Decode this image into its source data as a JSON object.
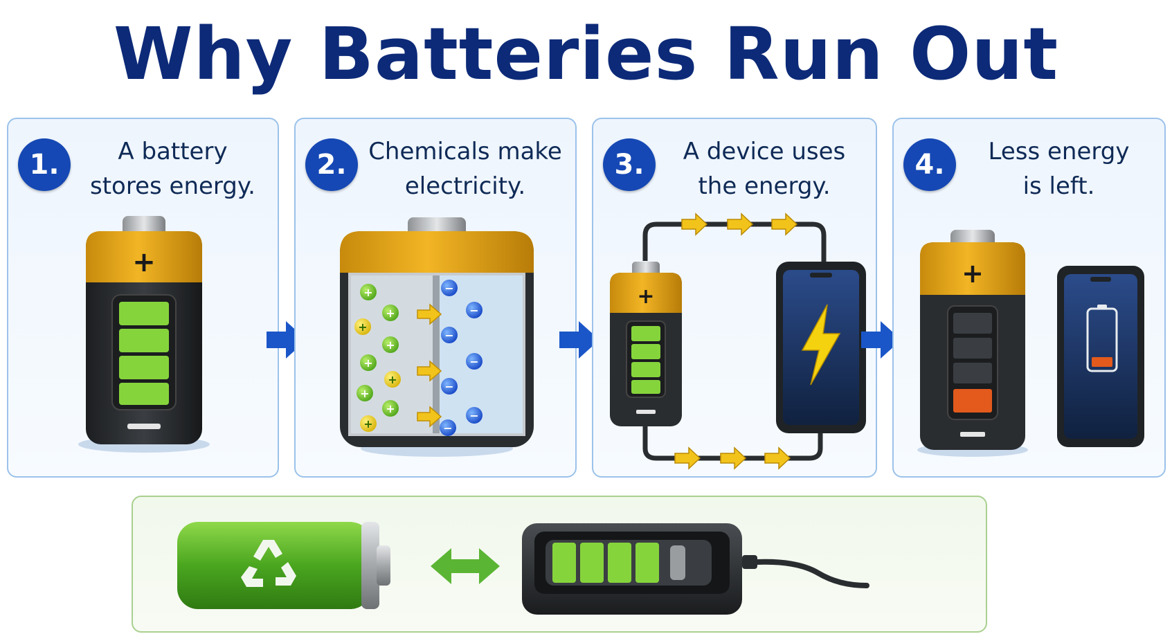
{
  "title": "Why Batteries Run Out",
  "steps": [
    {
      "number": "1.",
      "caption_line1": "A battery",
      "caption_line2": "stores energy."
    },
    {
      "number": "2.",
      "caption_line1": "Chemicals make",
      "caption_line2": "electricity."
    },
    {
      "number": "3.",
      "caption_line1": "A device uses",
      "caption_line2": "the energy."
    },
    {
      "number": "4.",
      "caption_line1": "Less energy",
      "caption_line2": "is left."
    }
  ],
  "colors": {
    "title": "#0d2a78",
    "badge": "#1548b4",
    "panel_border": "#9cc2ea",
    "step_arrow": "#1a56c8",
    "charge_green": "#7bcc34",
    "low_charge": "#e35a1c",
    "battery_gold": "#e8a615",
    "battery_body": "#2a2d30",
    "recycle_panel_border": "#a9d08f"
  },
  "icons": [
    "battery-full-icon",
    "battery-cross-section-icon",
    "circuit-icon",
    "phone-charging-icon",
    "battery-low-icon",
    "phone-low-battery-icon",
    "recycle-icon",
    "double-arrow-icon",
    "battery-charger-icon"
  ]
}
